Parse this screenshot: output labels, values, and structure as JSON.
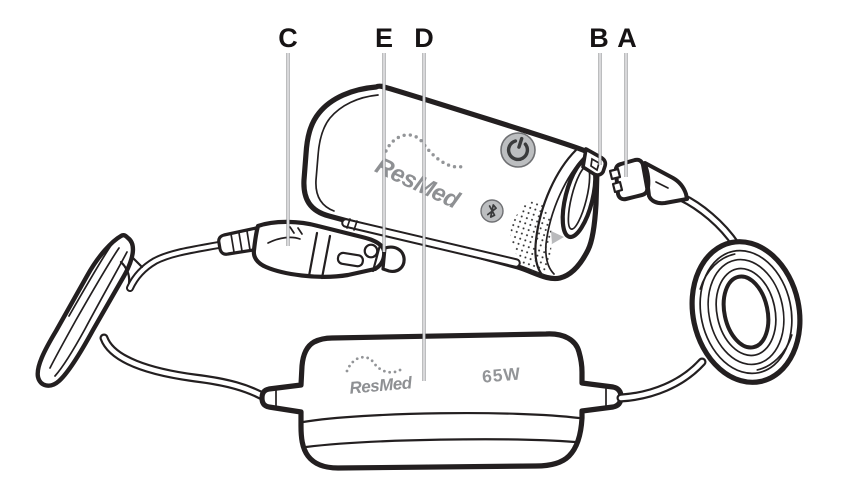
{
  "diagram": {
    "description": "Line-art illustration of a ResMed AirMini device connected to a 65W DC power supply unit, car DC adapter plug, folded cable bundle and coiled power cord, with lettered callouts",
    "background_color": "#ffffff",
    "outline_color": "#231f20",
    "callout_line_color": "#8f9194",
    "button_fill_color": "#bcbec0",
    "logo_gray_color": "#8e9093",
    "callouts": [
      {
        "letter": "C",
        "points_to": "dc-adapter-body"
      },
      {
        "letter": "E",
        "points_to": "dc-adapter-tip"
      },
      {
        "letter": "D",
        "points_to": "power-supply-unit"
      },
      {
        "letter": "B",
        "points_to": "device-power-inlet"
      },
      {
        "letter": "A",
        "points_to": "power-cord-plug"
      }
    ],
    "device": {
      "brand_label": "ResMed"
    },
    "power_supply_unit": {
      "brand_label": "ResMed",
      "power_rating": "65W"
    },
    "icons": [
      "power-icon",
      "bluetooth-icon",
      "resmed-swoosh-icon"
    ]
  }
}
